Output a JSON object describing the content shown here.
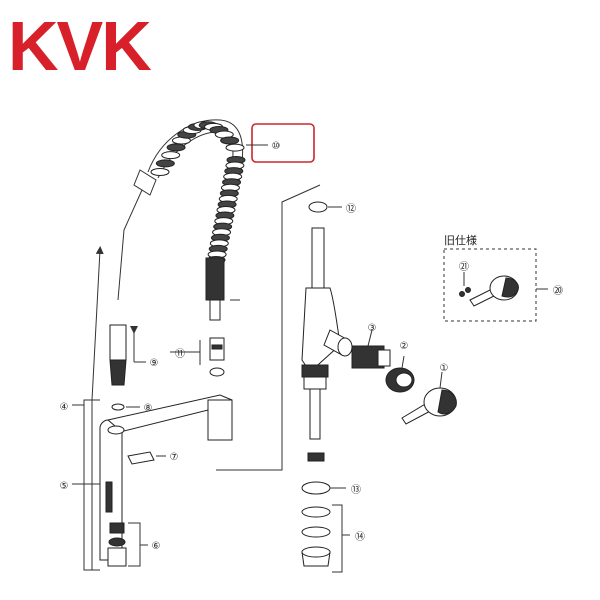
{
  "brand": {
    "text": "KVK",
    "color": "#d7202a"
  },
  "highlight_color": "#c8282e",
  "old_spec": {
    "title": "旧仕様"
  },
  "callouts": [
    "⑩",
    "⑫",
    "㉑",
    "⑳",
    "⑨",
    "⑪",
    "③",
    "②",
    "①",
    "④",
    "⑧",
    "⑦",
    "⑤",
    "⑬",
    "⑥",
    "⑭"
  ]
}
